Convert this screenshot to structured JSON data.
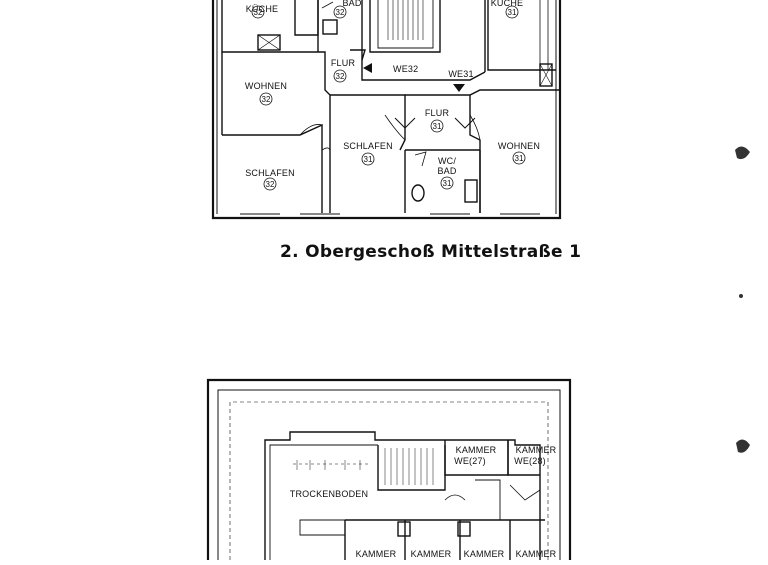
{
  "plan_upper": {
    "rooms": {
      "kueche_left": "KÜCHE",
      "kueche_left_num": "32",
      "bad_left": "BAD",
      "bad_left_num": "32",
      "flur_left": "FLUR",
      "flur_left_num": "32",
      "we_left": "WE32",
      "we_right": "WE31",
      "kueche_right": "KÜCHE",
      "kueche_right_num": "31",
      "wohnen_left": "WOHNEN",
      "wohnen_left_num": "32",
      "schlafen_left": "SCHLAFEN",
      "schlafen_left_num": "32",
      "flur_right": "FLUR",
      "flur_right_num": "31",
      "schlafen_mid": "SCHLAFEN",
      "schlafen_mid_num": "31",
      "wc_bad": "WC/",
      "wc_bad2": "BAD",
      "wc_bad_num": "31",
      "wohnen_right": "WOHNEN",
      "wohnen_right_num": "31"
    }
  },
  "caption": "2. Obergeschoß Mittelstraße 1",
  "plan_lower": {
    "rooms": {
      "trockenboden": "TROCKENBODEN",
      "kammer_we27": "KAMMER",
      "kammer_we27_b": "WE(27)",
      "kammer_we28": "KAMMER",
      "kammer_we28_b": "WE(28)",
      "kammer_1": "KAMMER",
      "kammer_2": "KAMMER",
      "kammer_3": "KAMMER",
      "kammer_4": "KAMMER"
    }
  }
}
